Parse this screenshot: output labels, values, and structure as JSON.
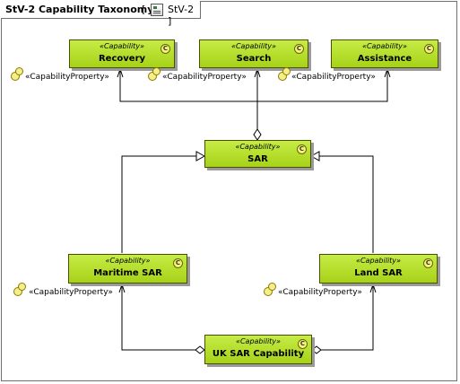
{
  "frame": {
    "kind": "StV-2",
    "title": "Capability Taxonomy",
    "bracket_open": "[",
    "diagram_ref": "StV-2",
    "bracket_close": "]"
  },
  "capability_icon_letter": "C",
  "nodes": [
    {
      "id": "recovery",
      "stereotype": "«Capability»",
      "name": "Recovery"
    },
    {
      "id": "search",
      "stereotype": "«Capability»",
      "name": "Search"
    },
    {
      "id": "assistance",
      "stereotype": "«Capability»",
      "name": "Assistance"
    },
    {
      "id": "sar",
      "stereotype": "«Capability»",
      "name": "SAR"
    },
    {
      "id": "maritime-sar",
      "stereotype": "«Capability»",
      "name": "Maritime SAR"
    },
    {
      "id": "land-sar",
      "stereotype": "«Capability»",
      "name": "Land SAR"
    },
    {
      "id": "uk-sar",
      "stereotype": "«Capability»",
      "name": "UK SAR Capability"
    }
  ],
  "property_labels": [
    "«CapabilityProperty»",
    "«CapabilityProperty»",
    "«CapabilityProperty»",
    "«CapabilityProperty»",
    "«CapabilityProperty»"
  ],
  "relationships": [
    {
      "type": "composition",
      "from": "sar",
      "to": "recovery"
    },
    {
      "type": "composition",
      "from": "sar",
      "to": "search"
    },
    {
      "type": "composition",
      "from": "sar",
      "to": "assistance"
    },
    {
      "type": "generalization",
      "from": "maritime-sar",
      "to": "sar"
    },
    {
      "type": "generalization",
      "from": "land-sar",
      "to": "sar"
    },
    {
      "type": "composition",
      "from": "uk-sar",
      "to": "maritime-sar"
    },
    {
      "type": "composition",
      "from": "uk-sar",
      "to": "land-sar"
    }
  ]
}
